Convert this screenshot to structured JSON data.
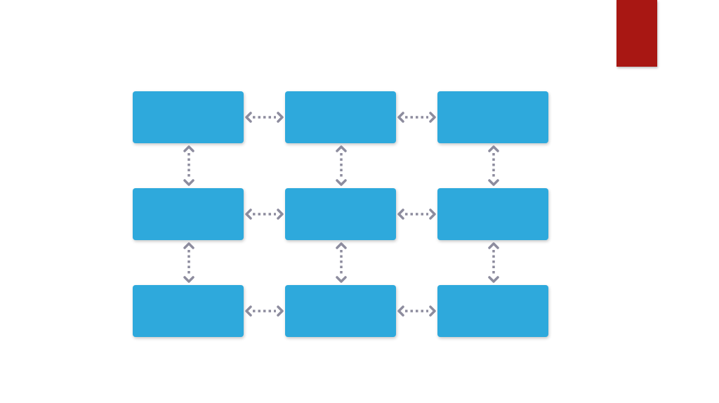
{
  "colors": {
    "background": "#ffffff",
    "accent_bar": "#a81713",
    "box_fill": "#2ea9dc",
    "connector": "#8d8c9e"
  },
  "diagram": {
    "rows": 3,
    "columns": 3,
    "boxes": [
      {
        "row": 0,
        "col": 0,
        "label": ""
      },
      {
        "row": 0,
        "col": 1,
        "label": ""
      },
      {
        "row": 0,
        "col": 2,
        "label": ""
      },
      {
        "row": 1,
        "col": 0,
        "label": ""
      },
      {
        "row": 1,
        "col": 1,
        "label": ""
      },
      {
        "row": 1,
        "col": 2,
        "label": ""
      },
      {
        "row": 2,
        "col": 0,
        "label": ""
      },
      {
        "row": 2,
        "col": 1,
        "label": ""
      },
      {
        "row": 2,
        "col": 2,
        "label": ""
      }
    ],
    "connector_style": "dotted-double-arrow"
  }
}
